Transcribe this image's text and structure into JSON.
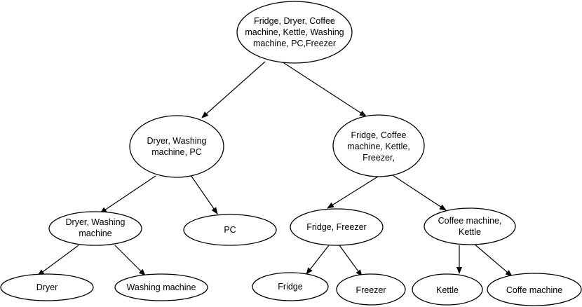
{
  "diagram": {
    "nodes": [
      {
        "id": "root",
        "lines": [
          "Fridge, Dryer, Coffee",
          "machine, Kettle, Washing",
          "machine, PC,Freezer"
        ]
      },
      {
        "id": "left-group",
        "lines": [
          "Dryer, Washing",
          "machine, PC"
        ]
      },
      {
        "id": "right-group",
        "lines": [
          "Fridge, Coffee",
          "machine, Kettle,",
          "Freezer,"
        ]
      },
      {
        "id": "dryer-washing",
        "lines": [
          "Dryer, Washing",
          "machine"
        ]
      },
      {
        "id": "pc",
        "lines": [
          "PC"
        ]
      },
      {
        "id": "fridge-freezer",
        "lines": [
          "Fridge, Freezer"
        ]
      },
      {
        "id": "coffee-kettle",
        "lines": [
          "Coffee machine,",
          "Kettle"
        ]
      },
      {
        "id": "dryer",
        "lines": [
          "Dryer"
        ]
      },
      {
        "id": "washing-machine",
        "lines": [
          "Washing machine"
        ]
      },
      {
        "id": "fridge",
        "lines": [
          "Fridge"
        ]
      },
      {
        "id": "freezer",
        "lines": [
          "Freezer"
        ]
      },
      {
        "id": "kettle",
        "lines": [
          "Kettle"
        ]
      },
      {
        "id": "coffe-machine",
        "lines": [
          "Coffe machine"
        ]
      }
    ],
    "edges": [
      {
        "from": "root",
        "to": "left-group"
      },
      {
        "from": "root",
        "to": "right-group"
      },
      {
        "from": "left-group",
        "to": "dryer-washing"
      },
      {
        "from": "left-group",
        "to": "pc"
      },
      {
        "from": "right-group",
        "to": "fridge-freezer"
      },
      {
        "from": "right-group",
        "to": "coffee-kettle"
      },
      {
        "from": "dryer-washing",
        "to": "dryer"
      },
      {
        "from": "dryer-washing",
        "to": "washing-machine"
      },
      {
        "from": "fridge-freezer",
        "to": "fridge"
      },
      {
        "from": "fridge-freezer",
        "to": "freezer"
      },
      {
        "from": "coffee-kettle",
        "to": "kettle"
      },
      {
        "from": "coffee-kettle",
        "to": "coffe-machine"
      }
    ]
  }
}
